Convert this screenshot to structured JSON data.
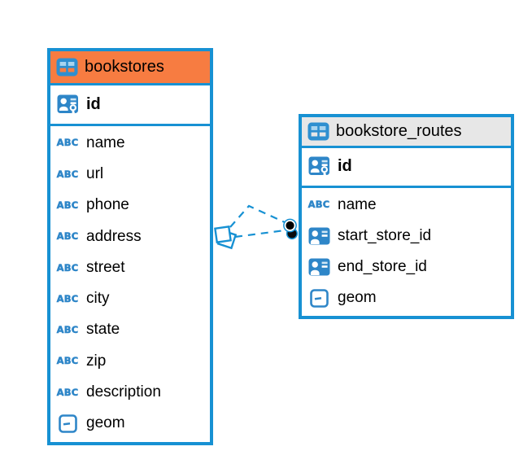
{
  "diagram": {
    "background": "#ffffff",
    "accent_color": "#1791d3",
    "icon_color": "#2e86c8",
    "abc_label": "ABC",
    "connector": {
      "line_style": "dashed",
      "color": "#1791d3",
      "line_count": 2,
      "source_marker": "diamond",
      "target_marker": "filled-circle"
    },
    "icons": {
      "table": "table-grid-icon",
      "pk": "primary-key-person-icon",
      "fk": "foreign-key-person-icon",
      "text": "abc-text-type-icon",
      "geometry": "geometry-type-icon"
    },
    "tables": [
      {
        "name": "bookstores",
        "header_color": "#f77c41",
        "columns": [
          {
            "name": "id",
            "type": "pk"
          },
          {
            "name": "name",
            "type": "text"
          },
          {
            "name": "url",
            "type": "text"
          },
          {
            "name": "phone",
            "type": "text"
          },
          {
            "name": "address",
            "type": "text"
          },
          {
            "name": "street",
            "type": "text"
          },
          {
            "name": "city",
            "type": "text"
          },
          {
            "name": "state",
            "type": "text"
          },
          {
            "name": "zip",
            "type": "text"
          },
          {
            "name": "description",
            "type": "text"
          },
          {
            "name": "geom",
            "type": "geometry"
          }
        ]
      },
      {
        "name": "bookstore_routes",
        "header_color": "#e7e7e7",
        "columns": [
          {
            "name": "id",
            "type": "pk"
          },
          {
            "name": "name",
            "type": "text"
          },
          {
            "name": "start_store_id",
            "type": "fk"
          },
          {
            "name": "end_store_id",
            "type": "fk"
          },
          {
            "name": "geom",
            "type": "geometry"
          }
        ]
      }
    ]
  }
}
